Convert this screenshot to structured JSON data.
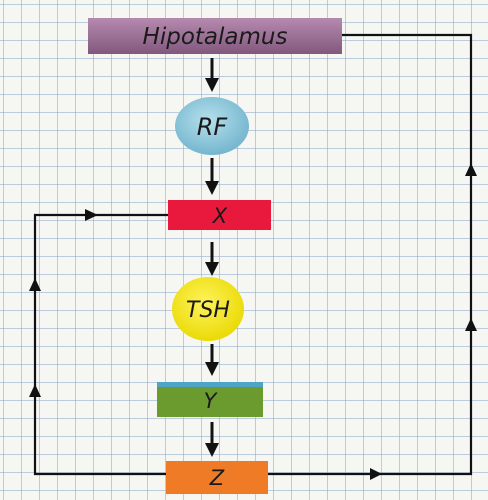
{
  "nodes": {
    "hypothalamus": {
      "label": "Hipotalamus",
      "color": "#9b6f94"
    },
    "rf": {
      "label": "RF",
      "color": "#8fc8dc"
    },
    "x": {
      "label": "X",
      "color": "#e8193c"
    },
    "tsh": {
      "label": "TSH",
      "color": "#f2ea12"
    },
    "y": {
      "label": "Y",
      "color": "#6b9b2e",
      "top_color": "#4fa3c4"
    },
    "z": {
      "label": "Z",
      "color": "#ef7b26"
    }
  },
  "colors": {
    "arrow": "#111111",
    "grid": "#8caac8",
    "background": "#f6f7f3"
  }
}
